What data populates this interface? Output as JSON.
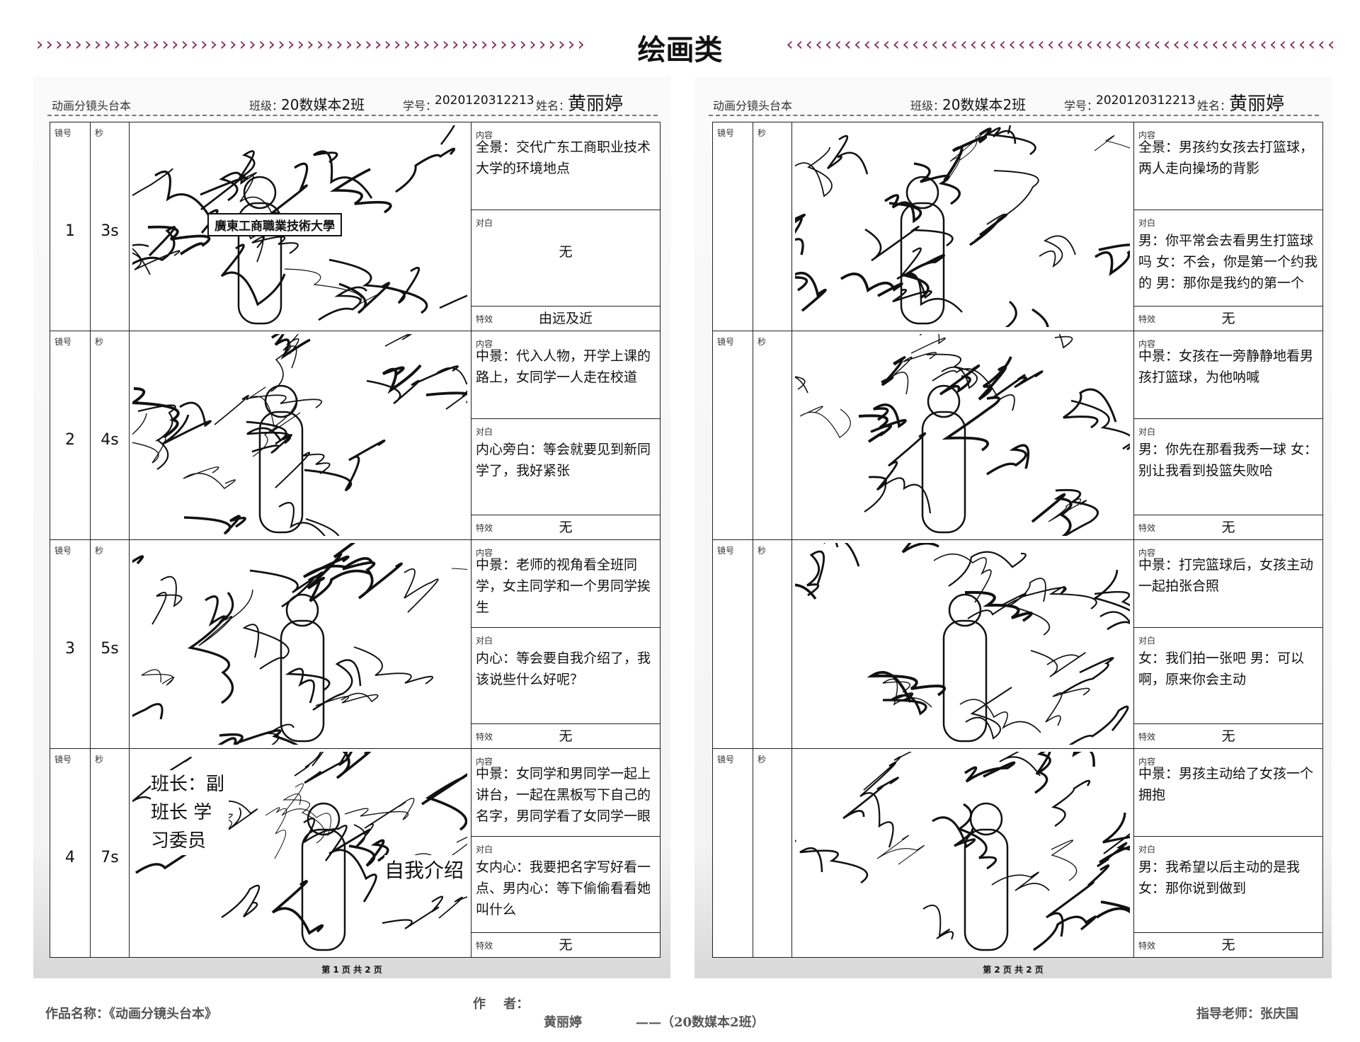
{
  "title": "绘画类",
  "colors": {
    "chevron": "#8b2a55"
  },
  "sheet_header": {
    "doc_title": "动画分镜头台本",
    "class_label": "班级：",
    "class_value": "20数媒本2班",
    "id_label": "学号：",
    "id_value": "2020120312213",
    "name_label": "姓名：",
    "name_value": "黄丽婷"
  },
  "labels": {
    "shot": "镜号",
    "sec": "秒",
    "content": "内容",
    "dialogue": "对白",
    "effect": "特效"
  },
  "pages": [
    {
      "footer": "第 1 页   共 2 页",
      "rows": [
        {
          "shot": "1",
          "sec": "3s",
          "content": "全景：交代广东工商职业技术大学的环境地点",
          "dialogue": "无",
          "effect": "由远及近",
          "sign": "廣東工商職業技術大學"
        },
        {
          "shot": "2",
          "sec": "4s",
          "content": "中景：代入人物，开学上课的路上，女同学一人走在校道",
          "dialogue": "内心旁白：等会就要见到新同学了，我好紧张",
          "effect": "无"
        },
        {
          "shot": "3",
          "sec": "5s",
          "content": "中景：老师的视角看全班同学，女主同学和一个男同学挨生",
          "dialogue": "内心：等会要自我介绍了，我该说些什么好呢？",
          "effect": "无"
        },
        {
          "shot": "4",
          "sec": "7s",
          "content": "中景：女同学和男同学一起上讲台，一起在黑板写下自己的名字，男同学看了女同学一眼",
          "dialogue": "女内心：我要把名字写好看一点、男内心：等下偷偷看看她叫什么",
          "effect": "无",
          "board": "班长：副班长 学习委员",
          "board2": "自我介绍"
        }
      ]
    },
    {
      "footer": "第 2 页   共 2 页",
      "rows": [
        {
          "shot": "",
          "sec": "",
          "content": "全景：男孩约女孩去打篮球，两人走向操场的背影",
          "dialogue": "男：你平常会去看男生打篮球吗 女：不会，你是第一个约我的 男：那你是我约的第一个",
          "effect": "无"
        },
        {
          "shot": "",
          "sec": "",
          "content": "中景：女孩在一旁静静地看男孩打篮球，为他呐喊",
          "dialogue": "男：你先在那看我秀一球 女：别让我看到投篮失败哈",
          "effect": "无"
        },
        {
          "shot": "",
          "sec": "",
          "content": "中景：打完篮球后，女孩主动一起拍张合照",
          "dialogue": "女：我们拍一张吧 男：可以啊，原来你会主动",
          "effect": "无"
        },
        {
          "shot": "",
          "sec": "",
          "content": "中景：男孩主动给了女孩一个拥抱",
          "dialogue": "男：我希望以后主动的是我 女：那你说到做到",
          "effect": "无"
        }
      ]
    }
  ],
  "bottom": {
    "work_name": "作品名称：《动画分镜头台本》",
    "author_label": "作    者：",
    "author": "黄丽婷",
    "author_class": "——（20数媒本2班）",
    "advisor": "指导老师：张庆国"
  }
}
